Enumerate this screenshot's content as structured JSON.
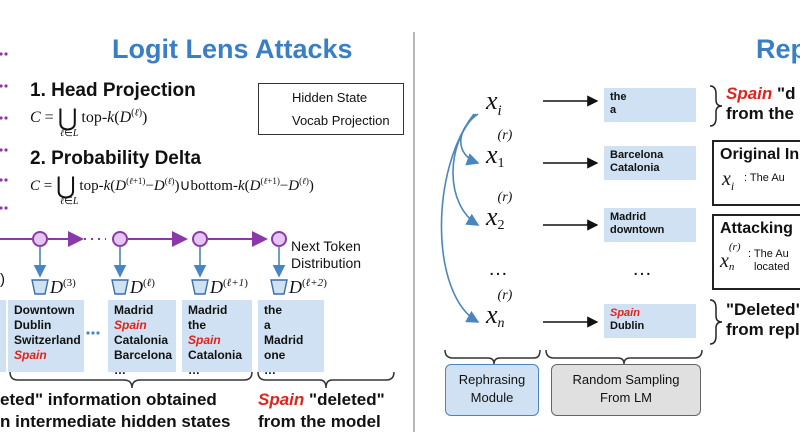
{
  "left": {
    "title": "Logit Lens Attacks",
    "step1": "1. Head Projection",
    "step2": "2. Probability Delta",
    "legend": {
      "hidden": "Hidden State",
      "vocab": "Vocab Projection"
    },
    "next_token": [
      "Next Token",
      "Distribution"
    ],
    "labels": {
      "d3": "3",
      "dl": "ℓ",
      "dl1": "ℓ+1",
      "dl2": "ℓ+2"
    },
    "box_d3": [
      "Downtown",
      "Dublin",
      "Switzerland",
      "Spain"
    ],
    "box_dl": [
      "Madrid",
      "Spain",
      "Catalonia",
      "Barcelona",
      "…"
    ],
    "box_dl1": [
      "Madrid",
      "the",
      "Spain",
      "Catalonia",
      "…"
    ],
    "box_dl2": [
      "the",
      "a",
      "Madrid",
      "one",
      "…"
    ],
    "bottom_caption": [
      "eted\" information obtained",
      "n intermediate hidden states"
    ],
    "spain_deleted": [
      "Spain",
      "\"deleted\"",
      "from the model"
    ],
    "left_paren": ")"
  },
  "right": {
    "title": "Rep",
    "outputs": [
      [
        "the",
        "a"
      ],
      [
        "Barcelona",
        "Catalonia"
      ],
      [
        "Madrid",
        "downtown"
      ],
      [
        "Spain",
        "Dublin"
      ]
    ],
    "ellipsis": "…",
    "top_note": [
      "Spain",
      "\"d",
      "from the"
    ],
    "original": {
      "title": "Original In",
      "text": "The Au"
    },
    "attacking": {
      "title": "Attacking",
      "text1": "The Au",
      "text2": "located"
    },
    "deleted_note": [
      "\"Deleted\"",
      "from repl"
    ],
    "modules": [
      [
        "Rephrasing",
        "Module"
      ],
      [
        "Random Sampling",
        "From LM"
      ]
    ]
  },
  "colors": {
    "title_blue": "#3a7fc4",
    "box_blue": "#cfe1f2",
    "hidden_purple": "#e6c6f0",
    "line_purple": "#8a3aa8",
    "arrow_blue": "#4a86bd",
    "red": "#e0231b",
    "module_gray": "#e0e0e0"
  }
}
